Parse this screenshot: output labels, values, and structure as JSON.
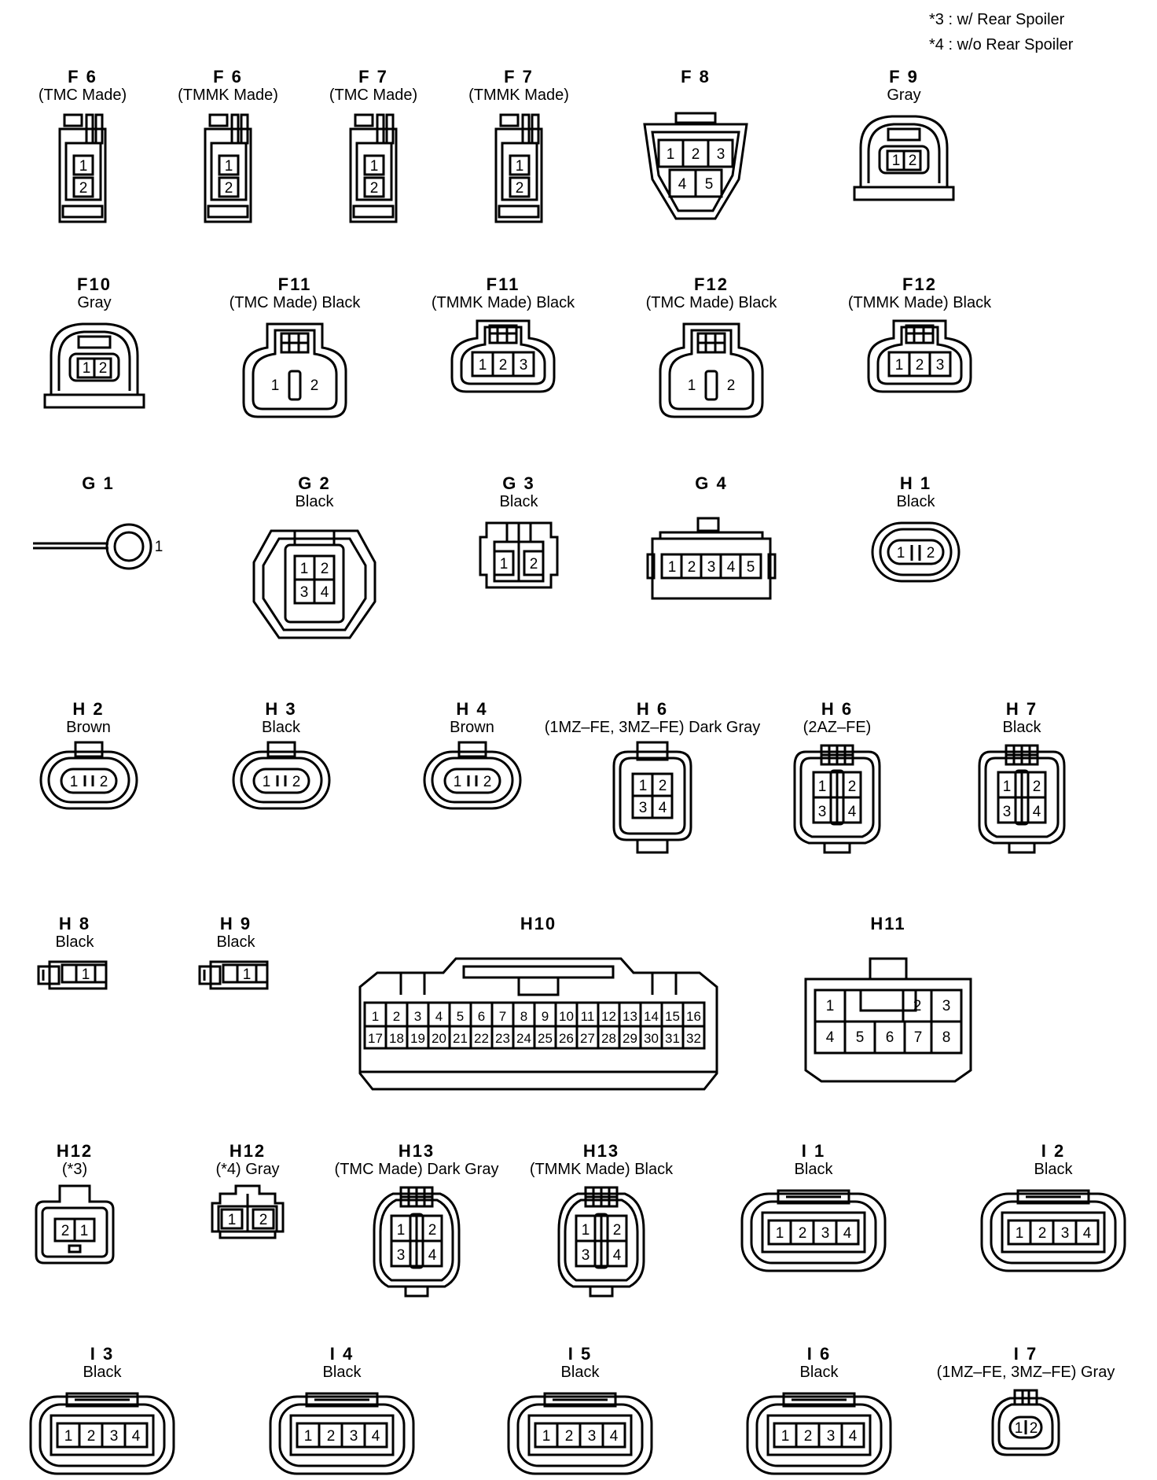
{
  "notes": [
    "*3 : w/ Rear Spoiler",
    "*4 : w/o Rear Spoiler"
  ],
  "connectors": [
    {
      "id": "F 6",
      "sub": "(TMC Made)",
      "pins": [
        "1",
        "2"
      ]
    },
    {
      "id": "F 6",
      "sub": "(TMMK Made)",
      "pins": [
        "1",
        "2"
      ]
    },
    {
      "id": "F 7",
      "sub": "(TMC Made)",
      "pins": [
        "1",
        "2"
      ]
    },
    {
      "id": "F 7",
      "sub": "(TMMK Made)",
      "pins": [
        "1",
        "2"
      ]
    },
    {
      "id": "F 8",
      "sub": "",
      "pins": [
        "1",
        "2",
        "3",
        "4",
        "5"
      ]
    },
    {
      "id": "F 9",
      "sub": "Gray",
      "pins": [
        "1",
        "2"
      ]
    },
    {
      "id": "F10",
      "sub": "Gray",
      "pins": [
        "1",
        "2"
      ]
    },
    {
      "id": "F11",
      "sub": "(TMC Made)  Black",
      "pins": [
        "1",
        "2"
      ]
    },
    {
      "id": "F11",
      "sub": "(TMMK Made)  Black",
      "pins": [
        "1",
        "2",
        "3"
      ]
    },
    {
      "id": "F12",
      "sub": "(TMC Made)  Black",
      "pins": [
        "1",
        "2"
      ]
    },
    {
      "id": "F12",
      "sub": "(TMMK Made)  Black",
      "pins": [
        "1",
        "2",
        "3"
      ]
    },
    {
      "id": "G 1",
      "sub": "",
      "pins": [
        "1"
      ]
    },
    {
      "id": "G 2",
      "sub": "Black",
      "pins": [
        "1",
        "2",
        "3",
        "4"
      ]
    },
    {
      "id": "G 3",
      "sub": "Black",
      "pins": [
        "1",
        "2"
      ]
    },
    {
      "id": "G 4",
      "sub": "",
      "pins": [
        "1",
        "2",
        "3",
        "4",
        "5"
      ]
    },
    {
      "id": "H 1",
      "sub": "Black",
      "pins": [
        "1",
        "2"
      ]
    },
    {
      "id": "H 2",
      "sub": "Brown",
      "pins": [
        "1",
        "2"
      ]
    },
    {
      "id": "H 3",
      "sub": "Black",
      "pins": [
        "1",
        "2"
      ]
    },
    {
      "id": "H 4",
      "sub": "Brown",
      "pins": [
        "1",
        "2"
      ]
    },
    {
      "id": "H 6",
      "sub": "(1MZ–FE, 3MZ–FE)  Dark Gray",
      "pins": [
        "1",
        "2",
        "3",
        "4"
      ]
    },
    {
      "id": "H 6",
      "sub": "(2AZ–FE)",
      "pins": [
        "1",
        "2",
        "3",
        "4"
      ]
    },
    {
      "id": "H 7",
      "sub": "Black",
      "pins": [
        "1",
        "2",
        "3",
        "4"
      ]
    },
    {
      "id": "H 8",
      "sub": "Black",
      "pins": [
        "1"
      ]
    },
    {
      "id": "H 9",
      "sub": "Black",
      "pins": [
        "1"
      ]
    },
    {
      "id": "H10",
      "sub": "",
      "pins": [
        "1",
        "2",
        "3",
        "4",
        "5",
        "6",
        "7",
        "8",
        "9",
        "10",
        "11",
        "12",
        "13",
        "14",
        "15",
        "16",
        "17",
        "18",
        "19",
        "20",
        "21",
        "22",
        "23",
        "24",
        "25",
        "26",
        "27",
        "28",
        "29",
        "30",
        "31",
        "32"
      ]
    },
    {
      "id": "H11",
      "sub": "",
      "pins": [
        "1",
        "2",
        "3",
        "4",
        "5",
        "6",
        "7",
        "8"
      ]
    },
    {
      "id": "H12",
      "sub": "(*3)",
      "pins": [
        "2",
        "1"
      ]
    },
    {
      "id": "H12",
      "sub": "(*4)  Gray",
      "pins": [
        "1",
        "2"
      ]
    },
    {
      "id": "H13",
      "sub": "(TMC Made)  Dark Gray",
      "pins": [
        "1",
        "2",
        "3",
        "4"
      ]
    },
    {
      "id": "H13",
      "sub": "(TMMK Made)  Black",
      "pins": [
        "1",
        "2",
        "3",
        "4"
      ]
    },
    {
      "id": "I 1",
      "sub": "Black",
      "pins": [
        "1",
        "2",
        "3",
        "4"
      ]
    },
    {
      "id": "I 2",
      "sub": "Black",
      "pins": [
        "1",
        "2",
        "3",
        "4"
      ]
    },
    {
      "id": "I 3",
      "sub": "Black",
      "pins": [
        "1",
        "2",
        "3",
        "4"
      ]
    },
    {
      "id": "I 4",
      "sub": "Black",
      "pins": [
        "1",
        "2",
        "3",
        "4"
      ]
    },
    {
      "id": "I 5",
      "sub": "Black",
      "pins": [
        "1",
        "2",
        "3",
        "4"
      ]
    },
    {
      "id": "I 6",
      "sub": "Black",
      "pins": [
        "1",
        "2",
        "3",
        "4"
      ]
    },
    {
      "id": "I 7",
      "sub": "(1MZ–FE, 3MZ–FE)  Gray",
      "pins": [
        "1",
        "2"
      ]
    }
  ]
}
